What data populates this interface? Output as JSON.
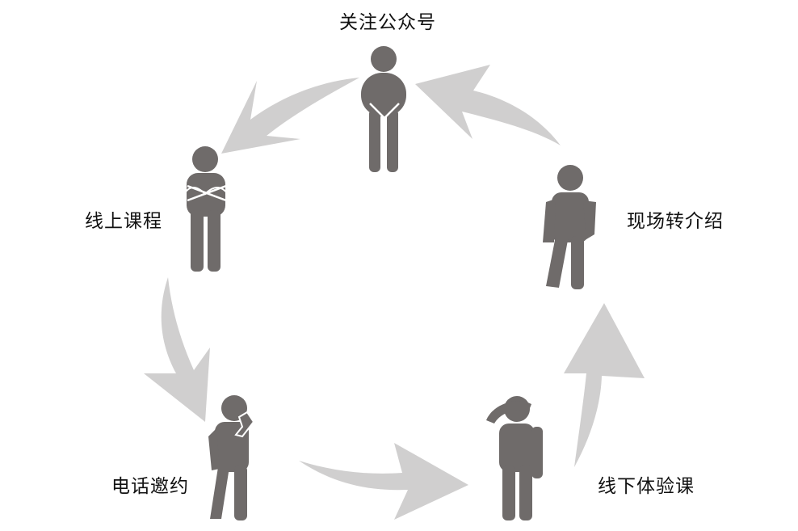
{
  "colors": {
    "figure": "#6f6b6a",
    "arrow": "#d0cfcf",
    "text": "#111111"
  },
  "cycle": {
    "steps": [
      {
        "label": "关注公众号",
        "icon": "person-hands-clasped-icon"
      },
      {
        "label": "线上课程",
        "icon": "person-arms-crossed-icon"
      },
      {
        "label": "电话邀约",
        "icon": "person-thinking-icon"
      },
      {
        "label": "线下体验课",
        "icon": "person-saluting-icon"
      },
      {
        "label": "现场转介绍",
        "icon": "person-walking-icon"
      }
    ]
  }
}
